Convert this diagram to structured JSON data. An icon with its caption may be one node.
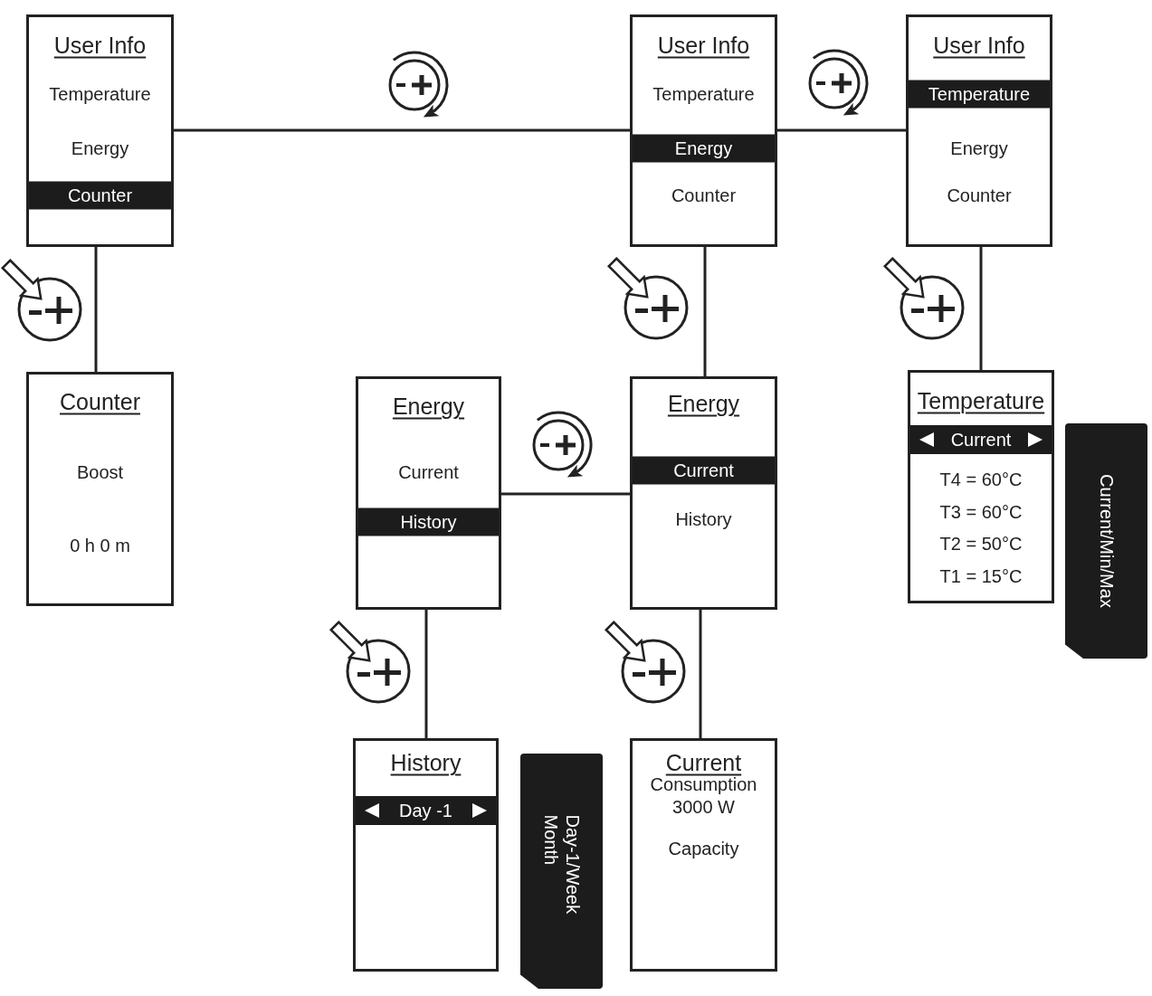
{
  "diagram": {
    "nodes": [
      {
        "text": [
          "User Info",
          "Temperature",
          "Energy",
          "Counter"
        ]
      },
      {
        "text": [
          "User Info",
          "Temperature",
          "Energy",
          "Counter"
        ]
      },
      {
        "text": [
          "User Info",
          "Temperature",
          "Energy",
          "Counter"
        ]
      },
      {
        "text": [
          "Counter",
          "Boost",
          "0 h 0 m"
        ]
      },
      {
        "text": [
          "Energy",
          "Current",
          "History"
        ]
      },
      {
        "text": [
          "Energy",
          "Current",
          "History"
        ]
      },
      {
        "text": [
          "Temperature",
          "Current",
          "T4 = 60°C",
          "T3 = 60°C",
          "T2 = 50°C",
          "T1 = 15°C"
        ]
      },
      {
        "text": [
          "Current/Min/Max"
        ]
      },
      {
        "text": [
          "History",
          "Day -1"
        ]
      },
      {
        "text": [
          "Current",
          "Consumption 3000 W",
          "Capacity"
        ]
      },
      {
        "text": [
          "Day-1/Week Month"
        ]
      }
    ],
    "edges": [
      {
        "from": 0,
        "to": 1,
        "arrow": "none"
      },
      {
        "from": 1,
        "to": 2,
        "arrow": "none"
      },
      {
        "from": 0,
        "to": 3,
        "arrow": "none"
      },
      {
        "from": 1,
        "to": 5,
        "arrow": "none"
      },
      {
        "from": 2,
        "to": 6,
        "arrow": "none"
      },
      {
        "from": 5,
        "to": 4,
        "arrow": "none"
      },
      {
        "from": 4,
        "to": 8,
        "arrow": "none"
      },
      {
        "from": 5,
        "to": 9,
        "arrow": "none"
      }
    ]
  }
}
